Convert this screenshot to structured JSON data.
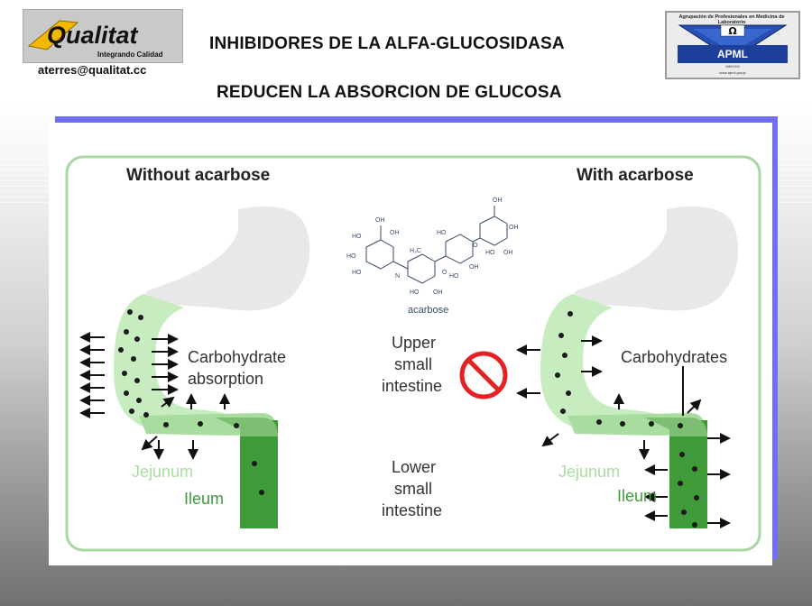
{
  "header": {
    "logo_text": "Qualitat",
    "logo_tagline": "Integrando Calidad",
    "email": "aterres@qualitat.cc",
    "title_line1": "INHIBIDORES DE LA ALFA-GLUCOSIDASA",
    "title_line2": "REDUCEN LA ABSORCION DE GLUCOSA",
    "right_logo": {
      "org": "Agrupación de Profesionales en Medicina de Laboratorio",
      "symbol": "Ω",
      "acronym": "APML",
      "year": "MMXXIII",
      "web": "www.apml.group"
    }
  },
  "diagram": {
    "left_title": "Without acarbose",
    "right_title": "With acarbose",
    "carb_absorption_line1": "Carbohydrate",
    "carb_absorption_line2": "absorption",
    "carbohydrates_label": "Carbohydrates",
    "jejunum_left": "Jejunum",
    "ileum_left": "Ileum",
    "jejunum_right": "Jejunum",
    "ileum_right": "Ileum",
    "upper_line1": "Upper",
    "upper_line2": "small",
    "upper_line3": "intestine",
    "lower_line1": "Lower",
    "lower_line2": "small",
    "lower_line3": "intestine",
    "molecule_label": "acarbose",
    "colors": {
      "light_green": "#c6ecc0",
      "mid_green": "#a9dda0",
      "dark_green": "#3f9a3a",
      "border_green": "#8fc88a",
      "stomach_grey": "#e6e6e6",
      "no_sign_red": "#e52222"
    }
  }
}
